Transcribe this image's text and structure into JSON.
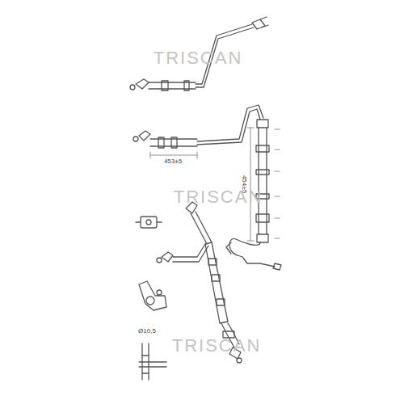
{
  "diagram": {
    "labels": [
      "TRISCAN",
      "TRISCAN",
      "TRISCAN",
      "453±5",
      "454±5",
      "Ø10,5"
    ]
  }
}
